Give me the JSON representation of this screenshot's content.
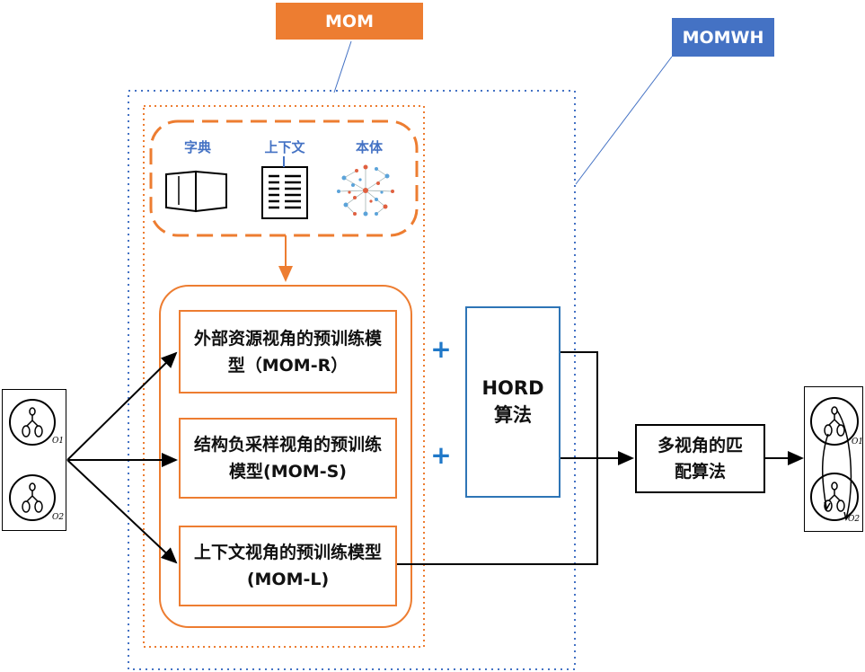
{
  "labels": {
    "mom": "MOM",
    "momwh": "MOMWH"
  },
  "resources": {
    "dictionary": "字典",
    "context": "上下文",
    "ontology": "本体"
  },
  "models": {
    "mom_r": "外部资源视角的预训练模型（MOM-R）",
    "mom_s": "结构负采样视角的预训练模型(MOM-S)",
    "mom_l": "上下文视角的预训练模型(MOM-L)"
  },
  "hord": "HORD算法",
  "plus": "+",
  "matching": "多视角的匹配算法",
  "ontologies": {
    "o1": "O1",
    "o2": "O2"
  },
  "colors": {
    "orange": "#ED7D31",
    "blue": "#4472C4",
    "hord_border": "#2E75B6"
  }
}
